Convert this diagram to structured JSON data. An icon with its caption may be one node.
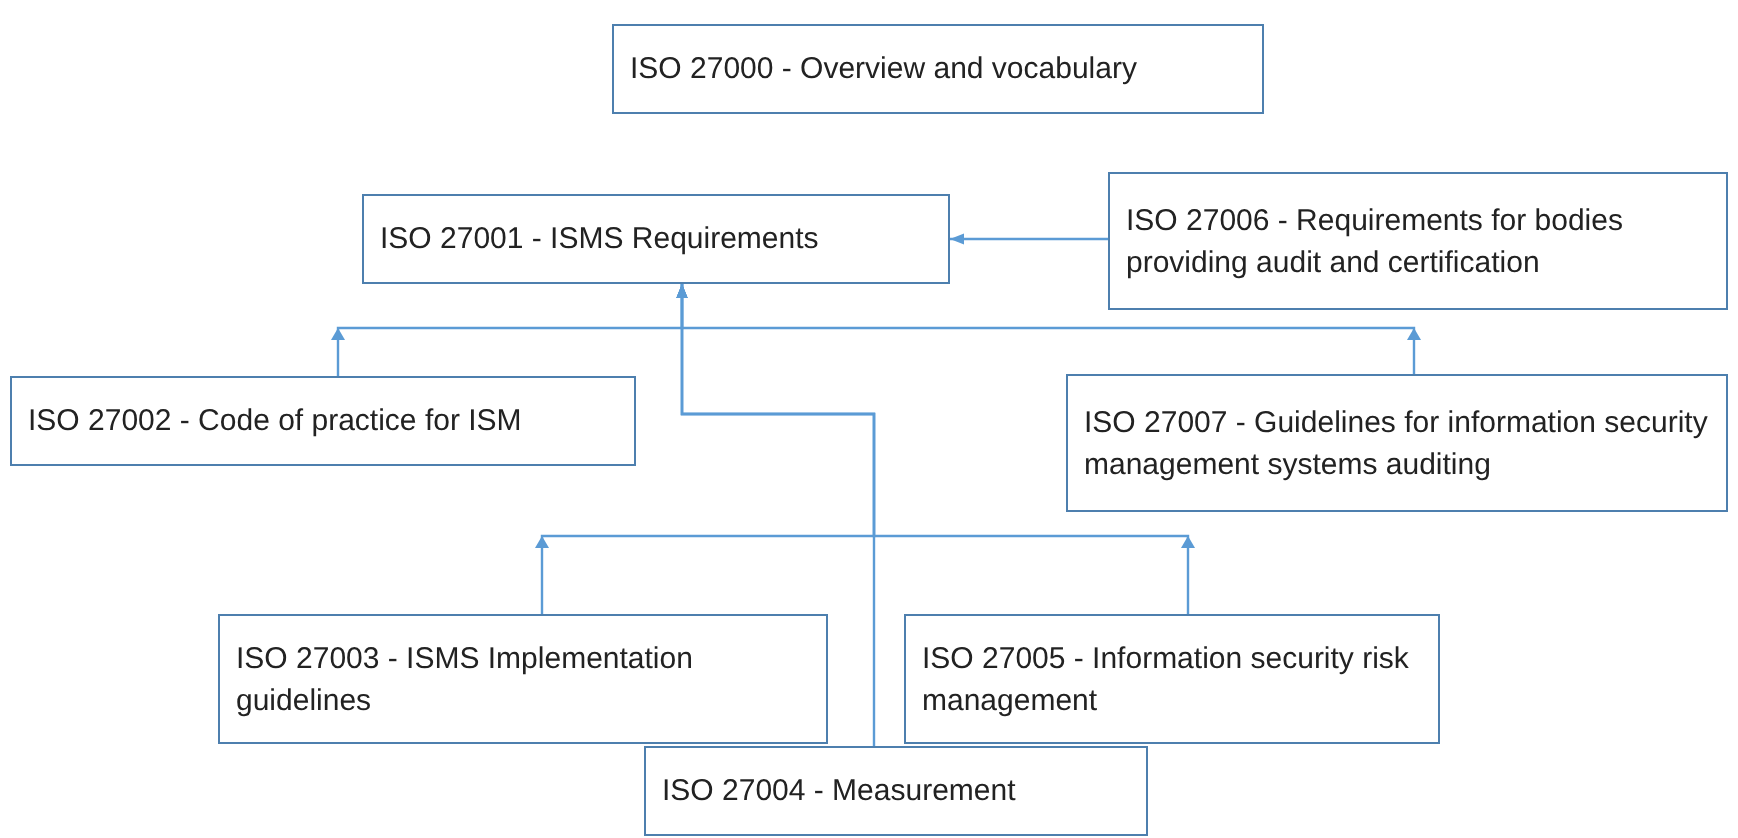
{
  "diagram": {
    "nodes": [
      {
        "text": [
          "ISO 27000 - Overview and vocabulary"
        ]
      },
      {
        "text": [
          "ISO 27001 - ISMS Requirements"
        ]
      },
      {
        "text": [
          "ISO 27006 - Requirements for bodies providing audit and certification"
        ]
      },
      {
        "text": [
          "ISO 27002 - Code of practice for ISM"
        ]
      },
      {
        "text": [
          "ISO 27007 - Guidelines for information security management systems auditing"
        ]
      },
      {
        "text": [
          "ISO 27003 - ISMS Implementation guidelines"
        ]
      },
      {
        "text": [
          "ISO 27005 - Information security risk management"
        ]
      },
      {
        "text": [
          "ISO 27004 - Measurement"
        ]
      }
    ],
    "edges": [
      {
        "from": 2,
        "to": 1,
        "arrow": "to"
      },
      {
        "from": 3,
        "to": 1,
        "arrow": "to"
      },
      {
        "from": 4,
        "to": 1,
        "arrow": "to"
      },
      {
        "from": 7,
        "to": 1,
        "arrow": "to"
      },
      {
        "from": 5,
        "to": 1,
        "arrow": "to"
      },
      {
        "from": 6,
        "to": 1,
        "arrow": "to"
      }
    ]
  }
}
